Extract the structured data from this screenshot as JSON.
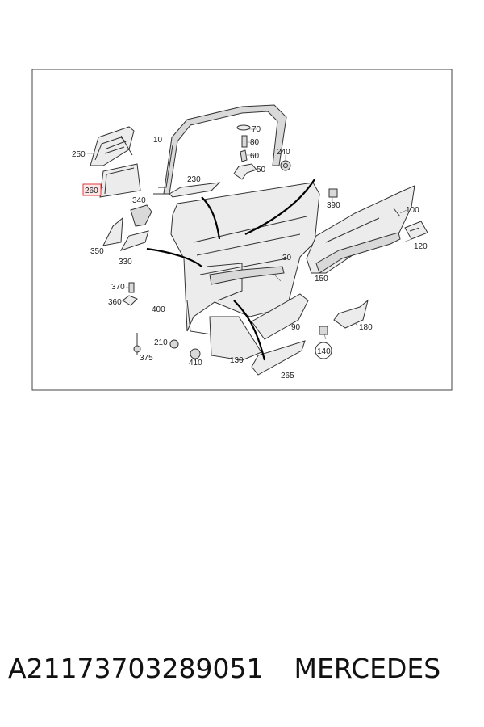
{
  "diagram": {
    "highlighted_callout": "260",
    "callouts": {
      "c10": "10",
      "c70": "70",
      "c80": "80",
      "c60": "60",
      "c50": "50",
      "c240": "240",
      "c250": "250",
      "c260": "260",
      "c230": "230",
      "c390": "390",
      "c340": "340",
      "c100": "100",
      "c350": "350",
      "c330": "330",
      "c120": "120",
      "c30": "30",
      "c150": "150",
      "c370": "370",
      "c360": "360",
      "c400": "400",
      "c90": "90",
      "c180": "180",
      "c210": "210",
      "c375": "375",
      "c410": "410",
      "c130": "130",
      "c140": "140",
      "c265": "265"
    },
    "highlight_color": "#e23a3a"
  },
  "caption": {
    "part_number": "A2117370328905​1",
    "brand": "MERCEDES"
  }
}
